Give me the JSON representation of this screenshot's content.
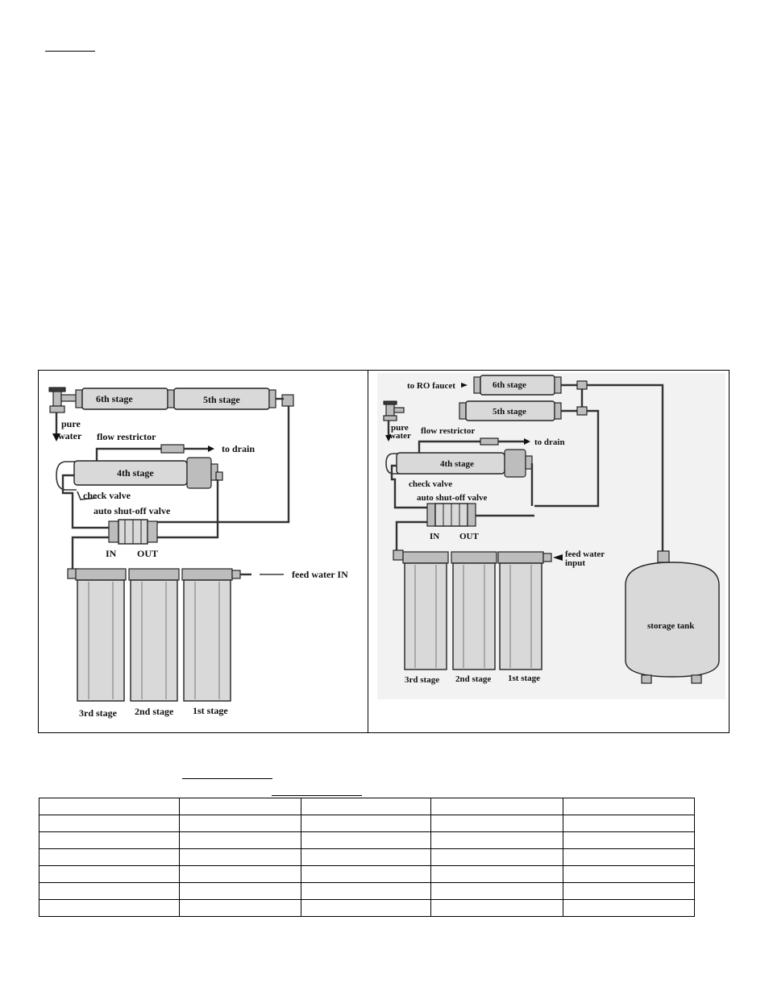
{
  "left_diagram": {
    "stage6": "6th stage",
    "stage5": "5th stage",
    "stage4": "4th stage",
    "flow_restrictor": "flow restrictor",
    "to_drain": "to drain",
    "check_valve": "check valve",
    "auto_shutoff": "auto shut-off valve",
    "in": "IN",
    "out": "OUT",
    "pure": "pure",
    "water": "water",
    "feed_water": "feed water IN",
    "stage3": "3rd stage",
    "stage2": "2nd stage",
    "stage1": "1st stage"
  },
  "right_diagram": {
    "to_ro_faucet": "to RO faucet",
    "stage6": "6th stage",
    "stage5": "5th stage",
    "stage4": "4th stage",
    "flow_restrictor": "flow restrictor",
    "to_drain": "to drain",
    "check_valve": "check valve",
    "auto_shutoff": "auto shut-off valve",
    "in": "IN",
    "out": "OUT",
    "pure": "pure",
    "water": "water",
    "feed_water_1": "feed water",
    "feed_water_2": "input",
    "storage_tank": "storage tank",
    "stage3": "3rd stage",
    "stage2": "2nd stage",
    "stage1": "1st stage"
  },
  "table": {
    "rows": 7,
    "columns": 5
  }
}
